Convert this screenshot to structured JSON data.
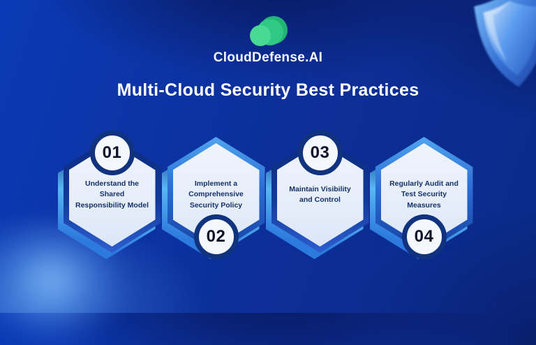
{
  "brand": {
    "name": "CloudDefense.AI",
    "logo_icon": "cloud-icon"
  },
  "title": "Multi-Cloud Security Best Practices",
  "cards": [
    {
      "number": "01",
      "label": "Understand the Shared Responsibility Model",
      "number_position": "top"
    },
    {
      "number": "02",
      "label": "Implement a Comprehensive Security Policy",
      "number_position": "bottom"
    },
    {
      "number": "03",
      "label": "Maintain Visibility and Control",
      "number_position": "top"
    },
    {
      "number": "04",
      "label": "Regularly Audit and Test Security Measures",
      "number_position": "bottom"
    }
  ],
  "decorations": {
    "top_right": "shield-icon",
    "bottom_left": "blurred-glow"
  },
  "colors": {
    "background_primary": "#0b2f98",
    "background_light": "#0a3ab6",
    "logo_green_front": "#49d992",
    "logo_green_back": "#21b573",
    "hex_body": "#e9effc",
    "hex_border_dark": "#0b2a7c",
    "hex_border_light": "#4fa5ee",
    "ribbon_highlight": "#58b8f2",
    "circle_ring": "#11337f",
    "number_text": "#0b1228",
    "card_text": "#153169",
    "title_text": "#ffffff"
  }
}
